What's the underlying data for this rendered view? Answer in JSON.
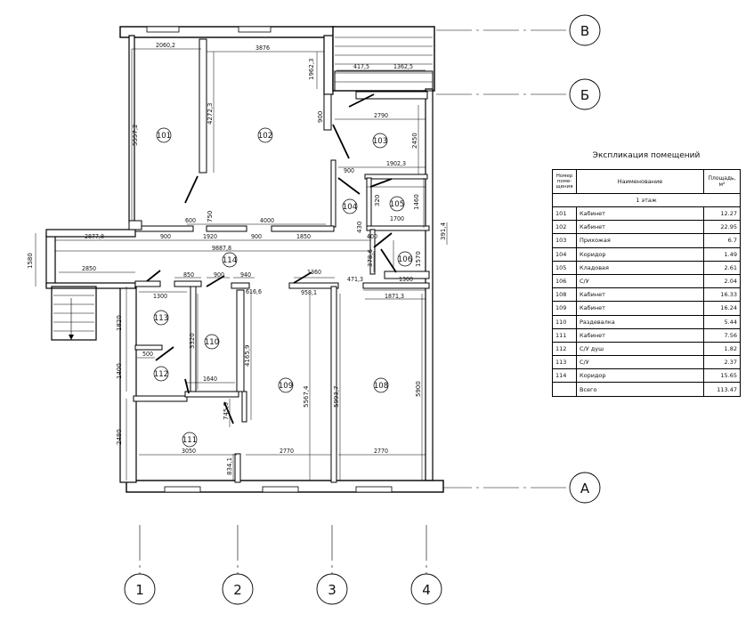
{
  "axes": {
    "letters": [
      "В",
      "Б",
      "А"
    ],
    "numbers": [
      "1",
      "2",
      "3",
      "4"
    ]
  },
  "rooms": [
    {
      "id": "101"
    },
    {
      "id": "102"
    },
    {
      "id": "103"
    },
    {
      "id": "104"
    },
    {
      "id": "105"
    },
    {
      "id": "106"
    },
    {
      "id": "108"
    },
    {
      "id": "109"
    },
    {
      "id": "110"
    },
    {
      "id": "111"
    },
    {
      "id": "112"
    },
    {
      "id": "113"
    },
    {
      "id": "114"
    }
  ],
  "dimensions": {
    "d2060_2": "2060,2",
    "d3876": "3876",
    "d1962_3": "1962,3",
    "d417_5": "417,5",
    "d1362_5": "1362,5",
    "d5557_2": "5557,2",
    "d4272_3": "4272,3",
    "d900a": "900",
    "d2790": "2790",
    "d2450": "2450",
    "d900b": "900",
    "d1902_3": "1902,3",
    "d320": "320",
    "d1460": "1460",
    "d1700": "1700",
    "d600": "600",
    "d750": "750",
    "d4000": "4000",
    "d391_4": "391,4",
    "d2877_8": "2877,8",
    "d900c": "900",
    "d1920": "1920",
    "d900d": "900",
    "d1850": "1850",
    "d430": "430",
    "d400": "400",
    "d1580": "1580",
    "d9887_8": "9887,8",
    "d378_6": "378,6",
    "d1570": "1570",
    "d2850": "2850",
    "d850": "850",
    "d940": "940",
    "d1360": "1360",
    "d900e": "900",
    "d471_3": "471,3",
    "d1300a": "1300",
    "d1300b": "1300",
    "d616_6": "616,6",
    "d958_1": "958,1",
    "d1871_3": "1871,3",
    "d1820": "1820",
    "d3320": "3320",
    "d4165_9": "4165,9",
    "d5567_4": "5567,4",
    "d5993_7": "5993,7",
    "d5900": "5900",
    "d500": "500",
    "d1400": "1400",
    "d1640": "1640",
    "d745_9": "745,9",
    "d2480": "2480",
    "d3050": "3050",
    "d2770a": "2770",
    "d2770b": "2770",
    "d834_1": "834,1"
  },
  "explication": {
    "title": "Экспликация помещений",
    "col_number": "Номер поме-щения",
    "col_name": "Наименование",
    "col_area": "Площадь, м²",
    "floor_label": "1 этаж",
    "rows": [
      {
        "n": "101",
        "name": "Кабинет",
        "area": "12.27"
      },
      {
        "n": "102",
        "name": "Кабинет",
        "area": "22.95"
      },
      {
        "n": "103",
        "name": "Прихожая",
        "area": "6.7"
      },
      {
        "n": "104",
        "name": "Коридор",
        "area": "1.49"
      },
      {
        "n": "105",
        "name": "Кладовая",
        "area": "2.61"
      },
      {
        "n": "106",
        "name": "С/У",
        "area": "2.04"
      },
      {
        "n": "108",
        "name": "Кабинет",
        "area": "16.33"
      },
      {
        "n": "109",
        "name": "Кабинет",
        "area": "16.24"
      },
      {
        "n": "110",
        "name": "Раздевалка",
        "area": "5.44"
      },
      {
        "n": "111",
        "name": "Кабинет",
        "area": "7.56"
      },
      {
        "n": "112",
        "name": "С/У душ",
        "area": "1.82"
      },
      {
        "n": "113",
        "name": "С/У",
        "area": "2.37"
      },
      {
        "n": "114",
        "name": "Коридор",
        "area": "15.65"
      }
    ],
    "total_label": "Всего",
    "total_area": "113.47"
  }
}
